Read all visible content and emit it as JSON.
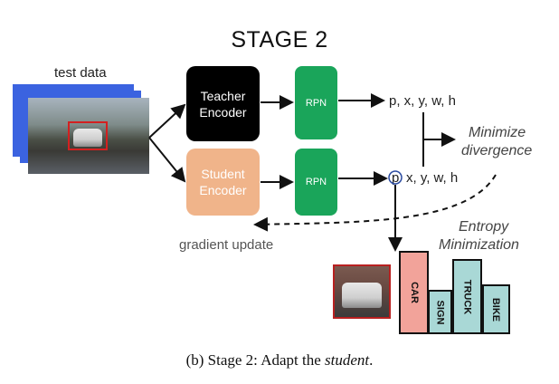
{
  "title": "STAGE 2",
  "test_data_label": "test data",
  "teacher_label_l1": "Teacher",
  "teacher_label_l2": "Encoder",
  "student_label_l1": "Student",
  "student_label_l2": "Encoder",
  "rpn_teacher_label": "RPN",
  "rpn_student_label": "RPN",
  "teacher_output": "p, x, y, w, h",
  "student_output_p": "p",
  "student_output_rest": "x, y, w, h",
  "minimize_l1": "Minimize",
  "minimize_l2": "divergence",
  "gradient_label": "gradient update",
  "entropy_l1": "Entropy",
  "entropy_l2": "Minimization",
  "histogram": [
    {
      "label": "CAR",
      "color": "#f2a39a"
    },
    {
      "label": "SIGN",
      "color": "#a9d8d6"
    },
    {
      "label": "TRUCK",
      "color": "#a9d8d6"
    },
    {
      "label": "BIKE",
      "color": "#a9d8d6"
    }
  ],
  "caption_prefix": "(b) Stage 2: Adapt the ",
  "caption_emph": "student",
  "caption_suffix": "."
}
